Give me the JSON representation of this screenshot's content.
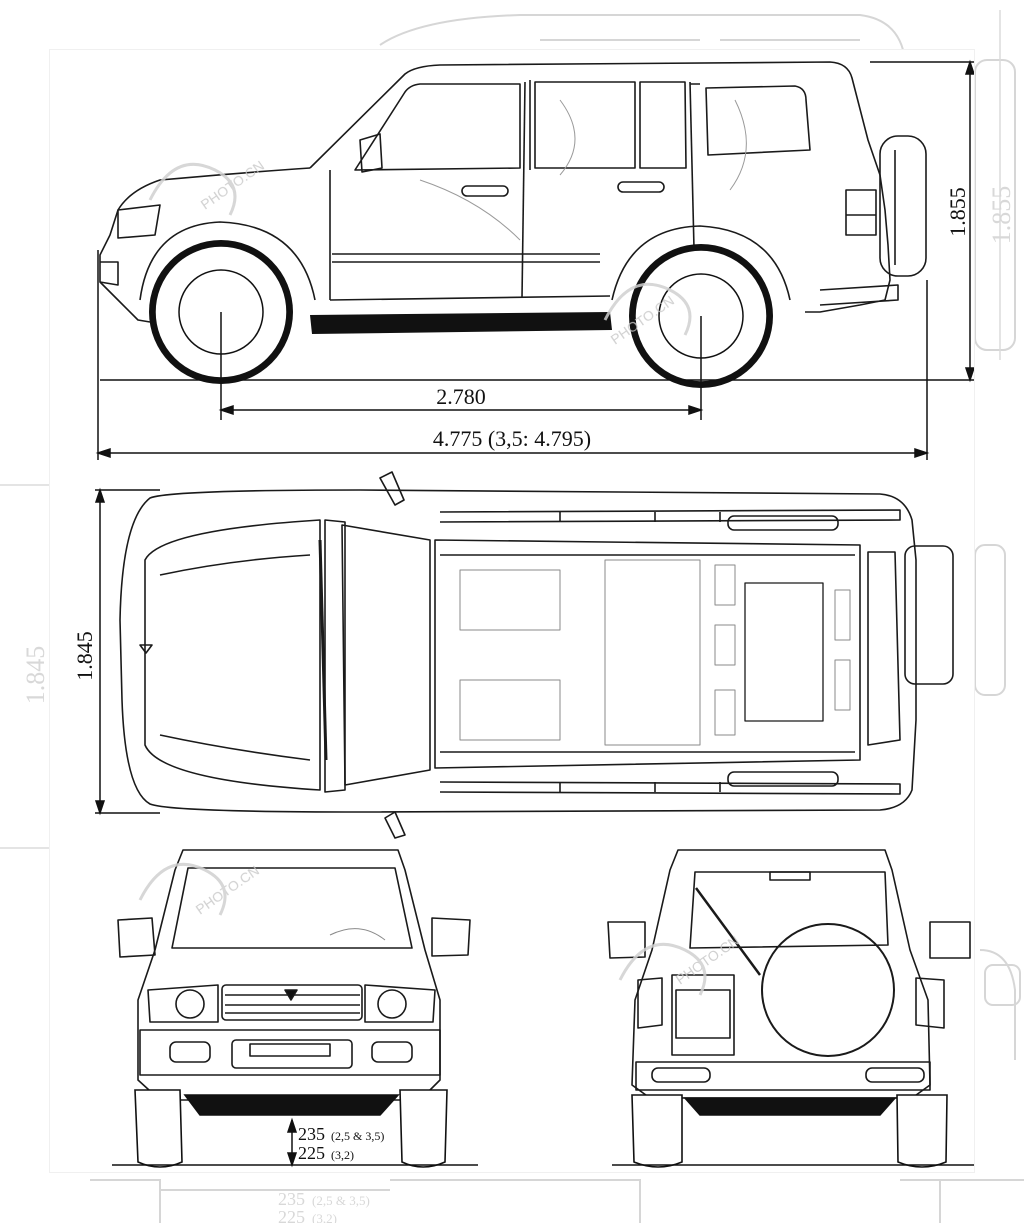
{
  "dimensions": {
    "overall_height": "1.855",
    "wheelbase": "2.780",
    "overall_length": "4.775 (3,5: 4.795)",
    "overall_width": "1.845",
    "ground_clearance_1": "235",
    "ground_clearance_1_note": "(2,5 & 3,5)",
    "ground_clearance_2": "225",
    "ground_clearance_2_note": "(3,2)"
  },
  "ghost": {
    "height": "1.855",
    "width": "1.845",
    "clearance_1": "235",
    "clearance_1_note": "(2,5 & 3,5)",
    "clearance_2": "225",
    "clearance_2_note": "(3,2)"
  },
  "watermark": {
    "text": "PHOTO.CN"
  },
  "colors": {
    "line": "#1a1a1a",
    "ghost": "#cfcfcf",
    "watermark": "#c8c8c8",
    "tire_fill": "#000000"
  }
}
